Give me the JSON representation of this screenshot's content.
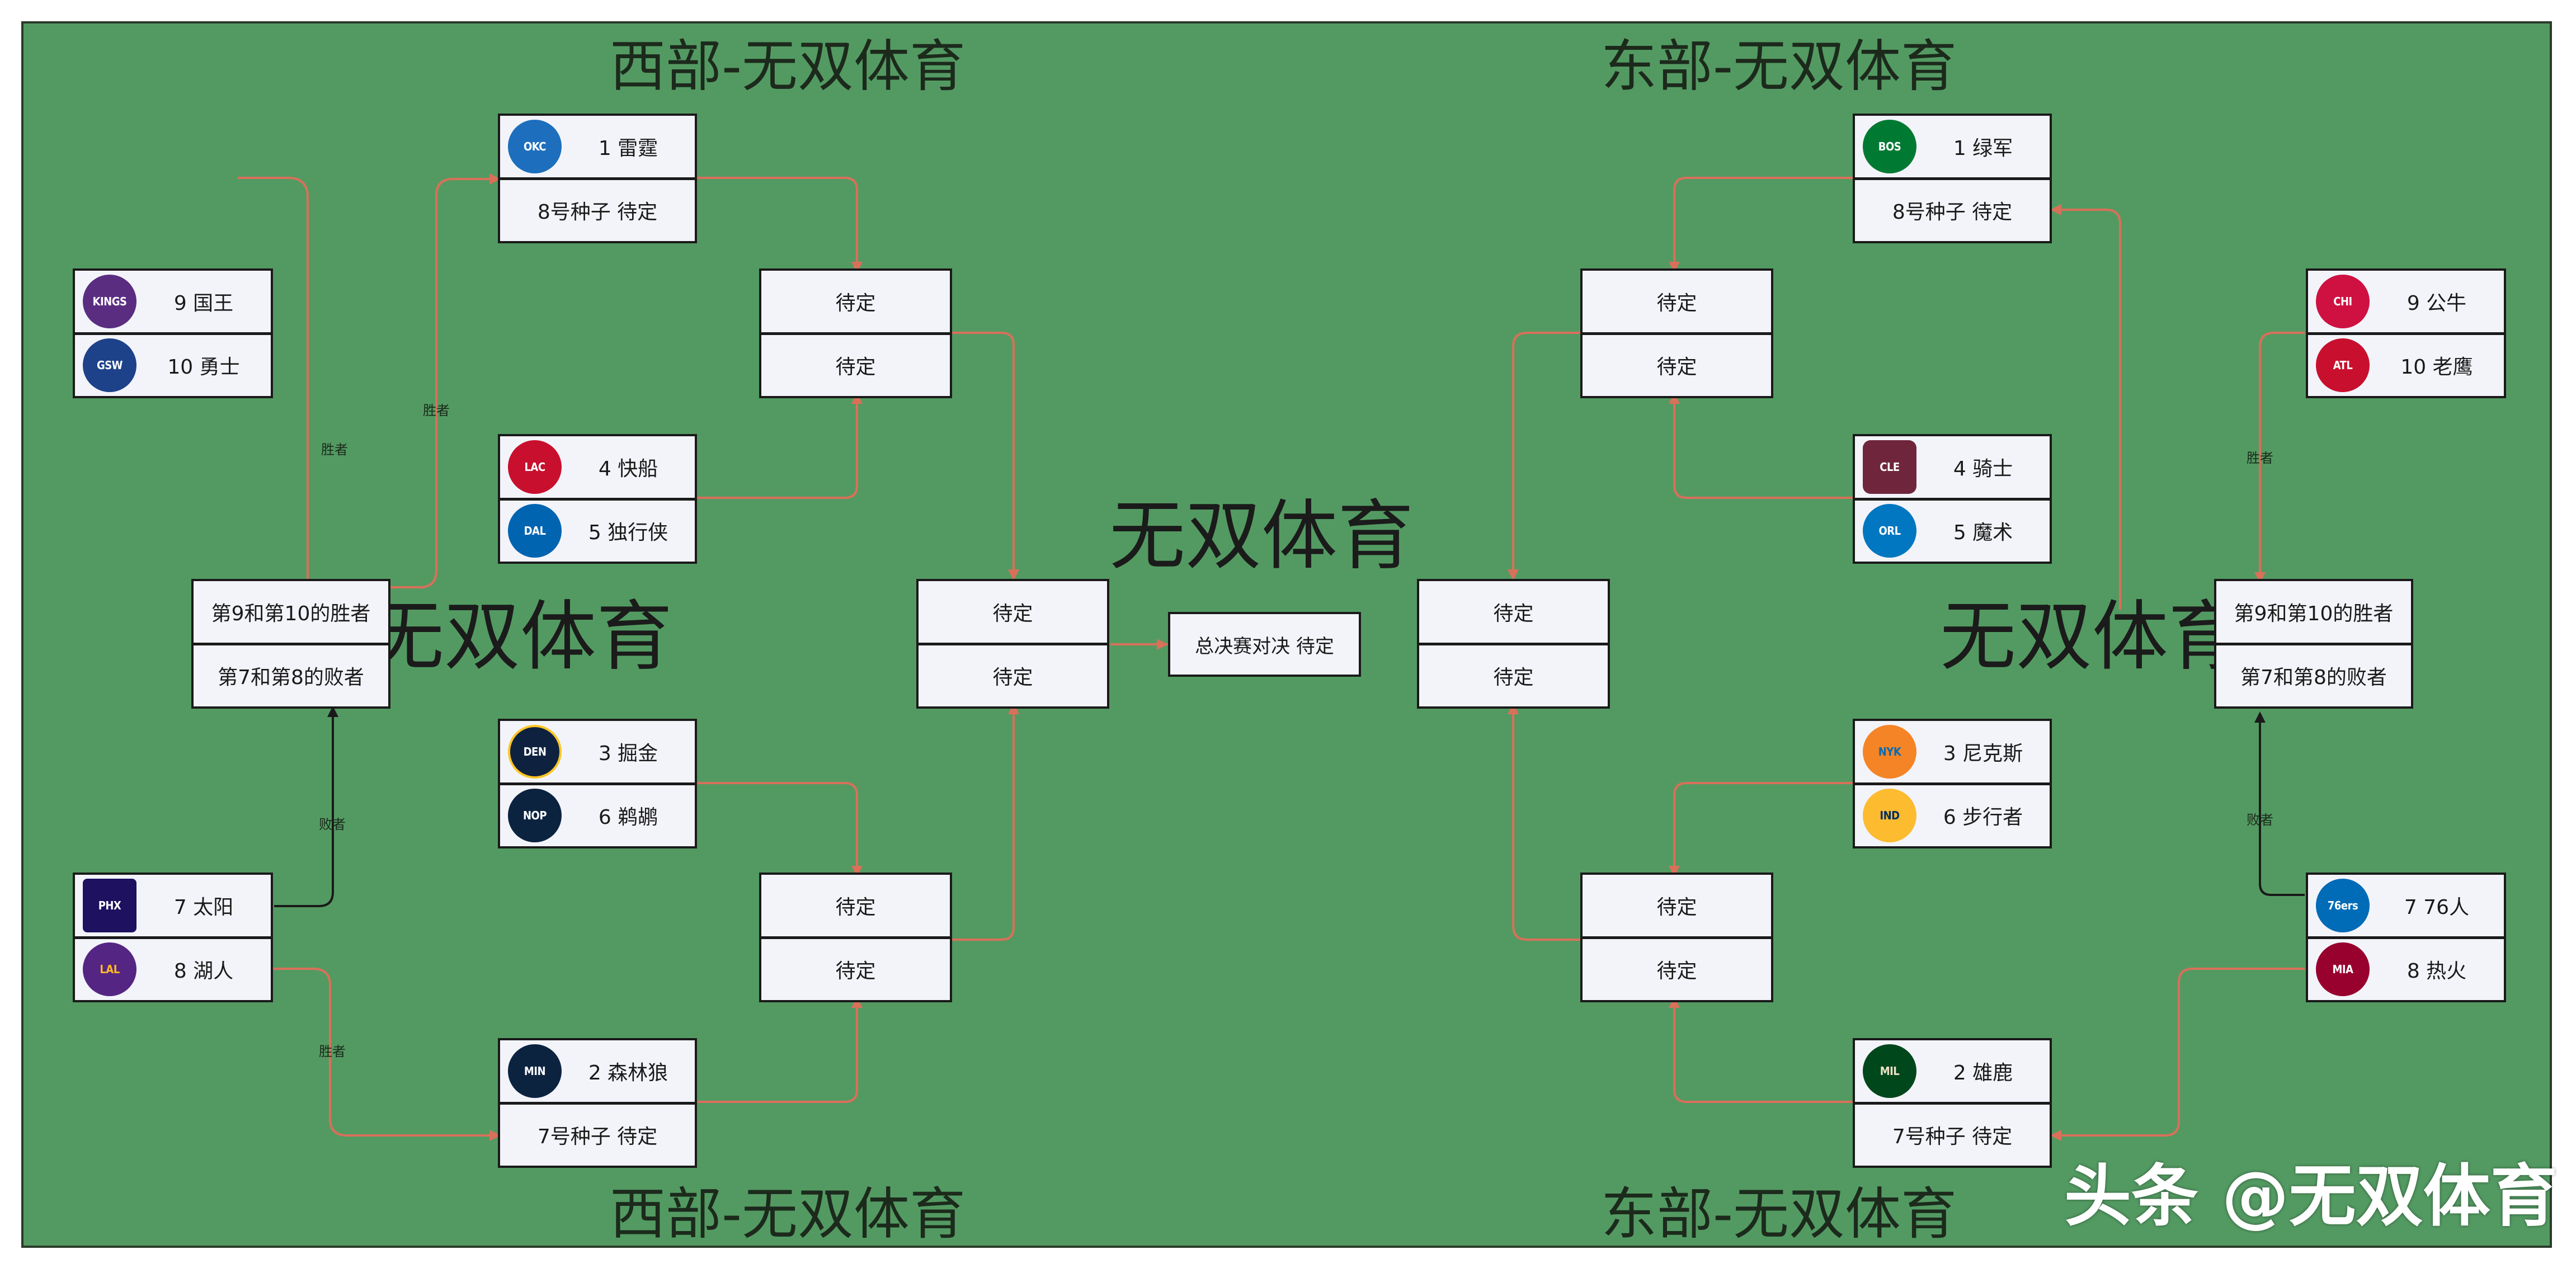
{
  "titles": {
    "west_top": "西部-无双体育",
    "west_bottom": "西部-无双体育",
    "east_top": "东部-无双体育",
    "east_bottom": "东部-无双体育"
  },
  "watermarks": {
    "center": "无双体育",
    "left": "无双体育",
    "right": "无双体育"
  },
  "credit": "头条 @无双体育",
  "final": "总决赛对决 待定",
  "tbd": "待定",
  "play_in": {
    "winner_9_10": "第9和第10的胜者",
    "loser_7_8": "第7和第8的败者"
  },
  "seed_wait": {
    "seed8": "8号种子 待定",
    "seed7": "7号种子 待定"
  },
  "arrow_labels": {
    "winner": "胜者",
    "loser": "败者"
  },
  "west": {
    "thunder": {
      "label": "1 雷霆",
      "logo": "thunder-logo",
      "logo_text": "OKC",
      "color": "#1d6fbd"
    },
    "kings": {
      "label": "9 国王",
      "logo": "kings-logo",
      "logo_text": "KINGS",
      "color": "#5a2d81"
    },
    "warriors": {
      "label": "10 勇士",
      "logo": "warriors-logo",
      "logo_text": "GSW",
      "color": "#1d428a"
    },
    "clippers": {
      "label": "4 快船",
      "logo": "clippers-logo",
      "logo_text": "LAC",
      "color": "#c8102e"
    },
    "mavericks": {
      "label": "5 独行侠",
      "logo": "mavericks-logo",
      "logo_text": "DAL",
      "color": "#0064b1"
    },
    "nuggets": {
      "label": "3 掘金",
      "logo": "nuggets-logo",
      "logo_text": "DEN",
      "color": "#0e2240"
    },
    "pelicans": {
      "label": "6 鹈鹕",
      "logo": "pelicans-logo",
      "logo_text": "NOP",
      "color": "#0c2340"
    },
    "suns": {
      "label": "7 太阳",
      "logo": "suns-logo",
      "logo_text": "PHX",
      "color": "#1d1160"
    },
    "lakers": {
      "label": "8 湖人",
      "logo": "lakers-logo",
      "logo_text": "LAL",
      "color": "#552583"
    },
    "timberwolves": {
      "label": "2 森林狼",
      "logo": "timberwolves-logo",
      "logo_text": "MIN",
      "color": "#0c2340"
    }
  },
  "east": {
    "celtics": {
      "label": "1 绿军",
      "logo": "celtics-logo",
      "logo_text": "BOS",
      "color": "#007a33"
    },
    "bulls": {
      "label": "9 公牛",
      "logo": "bulls-logo",
      "logo_text": "CHI",
      "color": "#ce1141"
    },
    "hawks": {
      "label": "10 老鹰",
      "logo": "hawks-logo",
      "logo_text": "ATL",
      "color": "#c8102e"
    },
    "cavaliers": {
      "label": "4 骑士",
      "logo": "cavaliers-logo",
      "logo_text": "CLE",
      "color": "#6f263d"
    },
    "magic": {
      "label": "5 魔术",
      "logo": "magic-logo",
      "logo_text": "ORL",
      "color": "#0077c0"
    },
    "knicks": {
      "label": "3 尼克斯",
      "logo": "knicks-logo",
      "logo_text": "NYK",
      "color": "#f58426"
    },
    "pacers": {
      "label": "6 步行者",
      "logo": "pacers-logo",
      "logo_text": "IND",
      "color": "#fdbb30"
    },
    "sixers": {
      "label": "7 76人",
      "logo": "76ers-logo",
      "logo_text": "76ers",
      "color": "#006bb6"
    },
    "heat": {
      "label": "8 热火",
      "logo": "heat-logo",
      "logo_text": "MIA",
      "color": "#98002e"
    },
    "bucks": {
      "label": "2 雄鹿",
      "logo": "bucks-logo",
      "logo_text": "MIL",
      "color": "#00471b"
    }
  },
  "colors": {
    "background": "#539a62",
    "connector": "#d9705a",
    "connector_dark": "#1a1a1a",
    "box": "#f3f4fa"
  }
}
